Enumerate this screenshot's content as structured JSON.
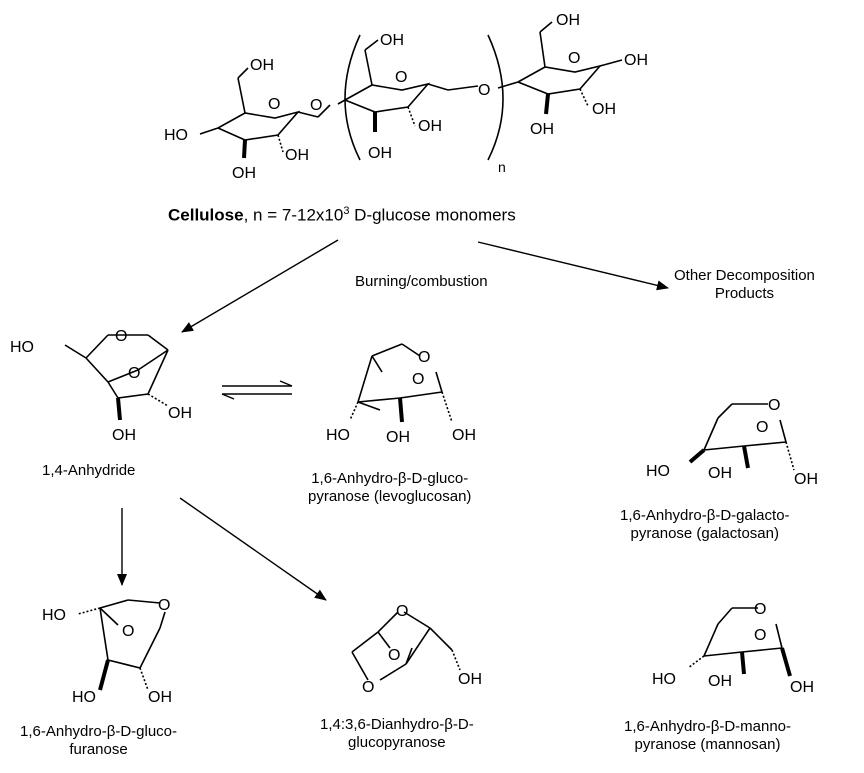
{
  "cellulose": {
    "name": "Cellulose",
    "formula_prefix": ", n = 7-12x10",
    "formula_exp": "3",
    "formula_suffix": " D-glucose monomers",
    "repeat_subscript": "n"
  },
  "arrows": {
    "burning_label": "Burning/combustion",
    "other_line1": "Other Decomposition",
    "other_line2": "Products"
  },
  "compounds": {
    "anhydride14": {
      "line1": "1,4-Anhydride"
    },
    "levoglucosan": {
      "line1": "1,6-Anhydro-β-D-gluco-",
      "line2": "pyranose (levoglucosan)"
    },
    "galactosan": {
      "line1": "1,6-Anhydro-β-D-galacto-",
      "line2": "pyranose (galactosan)"
    },
    "glucofuranose": {
      "line1": "1,6-Anhydro-β-D-gluco-",
      "line2": "furanose"
    },
    "dianhydro": {
      "line1": "1,4:3,6-Dianhydro-β-D-",
      "line2": "glucopyranose"
    },
    "mannosan": {
      "line1": "1,6-Anhydro-β-D-manno-",
      "line2": "pyranose (mannosan)"
    }
  },
  "atoms": {
    "hydroxyl": "OH",
    "hydroxyl_left": "HO",
    "oxygen": "O"
  }
}
